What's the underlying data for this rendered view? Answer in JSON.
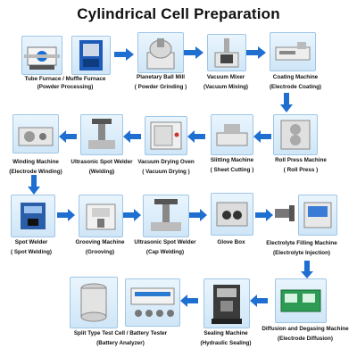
{
  "title": "Cylindrical Cell Preparation",
  "colors": {
    "arrow": "#1f6fd1",
    "frame": "#9fc6e6",
    "panel": "#d8ecfa"
  },
  "steps": [
    {
      "name": "Tube Furnace   /   Muffle Furnace",
      "process": "(Powder Processing)"
    },
    {
      "name": "Planetary Ball Mill",
      "process": "( Powder Grinding )"
    },
    {
      "name": "Vacuum Mixer",
      "process": "(Vacuum Mixing)"
    },
    {
      "name": "Coating Machine",
      "process": "(Electrode Coating)"
    },
    {
      "name": "Roll Press Machine",
      "process": "( Roll Press )"
    },
    {
      "name": "Slitting Machine",
      "process": "( Sheet Cutting )"
    },
    {
      "name": "Vacuum Drying Oven",
      "process": "( Vacuum Drying )"
    },
    {
      "name": "Ultrasonic Spot Welder",
      "process": "(Welding)"
    },
    {
      "name": "Winding Machine",
      "process": "(Electrode Winding)"
    },
    {
      "name": "Spot Welder",
      "process": "( Spot Welding)"
    },
    {
      "name": "Grooving Machine",
      "process": "(Grooving)"
    },
    {
      "name": "Ultrasonic Spot Welder",
      "process": "(Cap Welding)"
    },
    {
      "name": "Glove Box",
      "process": ""
    },
    {
      "name": "Electrolyte Filling Machine",
      "process": "(Electrolyte Injection)"
    },
    {
      "name": "Diffusion and Degasing Machine",
      "process": "(Electrode Diffusion)"
    },
    {
      "name": "Sealing Machine",
      "process": "(Hydraulic Sealing)"
    },
    {
      "name": "Split Type Test Cell   /   Battery Tester",
      "process": "(Battery Analyzer)"
    }
  ]
}
